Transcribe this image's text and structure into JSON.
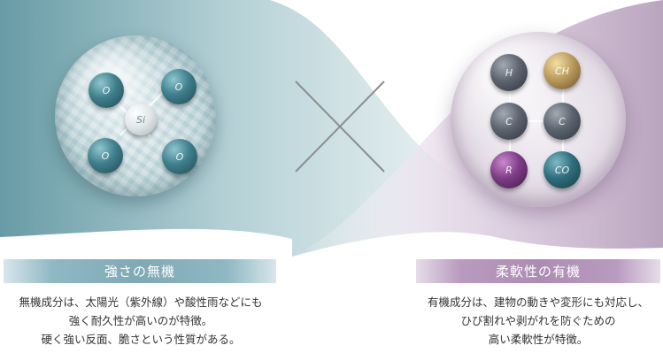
{
  "inorganic": {
    "atoms": [
      "O",
      "O",
      "Si",
      "O",
      "O"
    ],
    "heading": "強さの無機",
    "description": [
      "無機成分は、太陽光（紫外線）や酸性雨などにも",
      "強く耐久性が高いのが特徴。",
      "硬く強い反面、脆さという性質がある。"
    ]
  },
  "organic": {
    "atoms": [
      "H",
      "CH",
      "C",
      "C",
      "R",
      "CO"
    ],
    "heading": "柔軟性の有機",
    "description": [
      "有機成分は、建物の動きや変形にも対応し、",
      "ひび割れや剥がれを防ぐための",
      "高い柔軟性が特徴。"
    ]
  },
  "colors": {
    "inorganic_accent": "#8fb8c3",
    "organic_accent": "#b99bbf",
    "text": "#333333"
  }
}
